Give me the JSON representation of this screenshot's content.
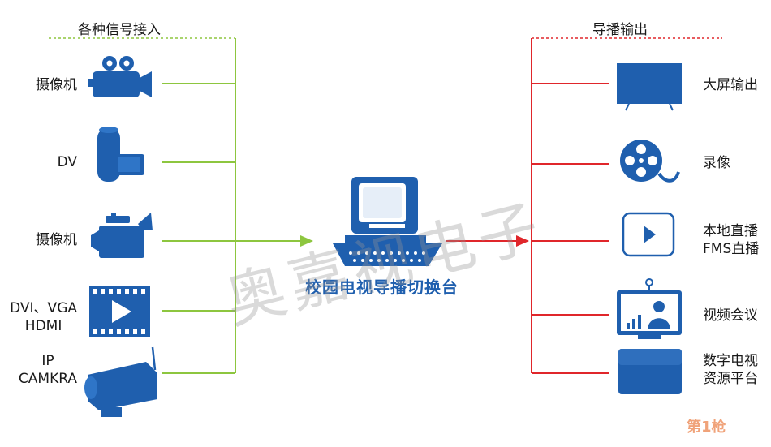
{
  "inputs": {
    "title": "各种信号接入",
    "items": [
      {
        "label": "摄像机",
        "icon": "video-camera-icon"
      },
      {
        "label": "DV",
        "icon": "dv-camcorder-icon"
      },
      {
        "label": "摄像机",
        "icon": "broadcast-camera-icon"
      },
      {
        "label": "DVI、VGA\nHDMI",
        "icon": "video-film-icon"
      },
      {
        "label": "IP\nCAMKRA",
        "icon": "ip-camera-icon"
      }
    ]
  },
  "center": {
    "title": "校园电视导播切换台",
    "icon": "director-console-icon"
  },
  "outputs": {
    "title": "导播输出",
    "items": [
      {
        "label": "大屏输出",
        "icon": "tv-screen-icon"
      },
      {
        "label": "录像",
        "icon": "film-reel-icon"
      },
      {
        "label": "本地直播\nFMS直播",
        "icon": "play-button-icon"
      },
      {
        "label": "视频会议",
        "icon": "video-conference-icon"
      },
      {
        "label": "数字电视\n资源平台",
        "icon": "digital-tv-panel-icon"
      }
    ]
  },
  "watermark": "奥嘉视电子",
  "corner_logo": "第1枪",
  "colors": {
    "input_line": "#8dc63f",
    "output_line": "#e0262b",
    "icon_blue": "#1f5fae",
    "center_title": "#1f5fae"
  }
}
